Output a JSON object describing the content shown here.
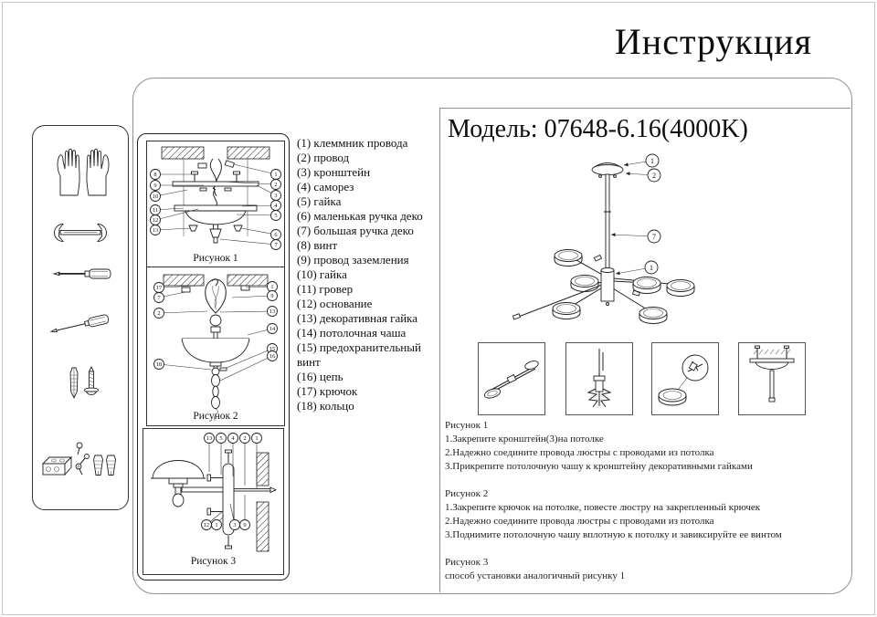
{
  "title": "Инструкция",
  "model": "Модель: 07648-6.16(4000K)",
  "sidebar": {
    "icons": [
      {
        "name": "gloves-icon"
      },
      {
        "name": "wrench-icon"
      },
      {
        "name": "flat-screwdriver-icon"
      },
      {
        "name": "angled-screwdriver-icon"
      },
      {
        "name": "wall-anchor-screw-icon"
      },
      {
        "name": "mounting-hardware-icon"
      }
    ]
  },
  "parts": [
    "(1) клеммник провода",
    "(2) провод",
    "(3) кронштейн",
    "(4) саморез",
    "(5) гайка",
    "(6) маленькая ручка деко",
    "(7) большая ручка деко",
    "(8) винт",
    "(9) провод заземления",
    "(10) гайка",
    "(11) гровер",
    "(12) основание",
    "(13) декоративная гайка",
    "(14) потолочная чаша",
    "(15) предохранительный винт",
    "(16) цепь",
    "(17) крючок",
    "(18) кольцо"
  ],
  "figures": [
    {
      "caption": "Рисунок 1",
      "left_callouts": [
        "8",
        "9",
        "10",
        "11",
        "12",
        "13"
      ],
      "right_callouts": [
        "1",
        "2",
        "3",
        "4",
        "5",
        "6",
        "7"
      ]
    },
    {
      "caption": "Рисунок 2",
      "left_callouts": [
        "17",
        "7",
        "2",
        "18"
      ],
      "right_callouts": [
        "1",
        "9",
        "13",
        "14",
        "15",
        "16"
      ]
    },
    {
      "caption": "Рисунок 3",
      "top_callouts": [
        "13",
        "5",
        "4",
        "2",
        "1"
      ],
      "bottom_callouts": [
        "12",
        "1",
        "3",
        "9"
      ]
    }
  ],
  "diagram_callouts": [
    "1",
    "2",
    "7",
    "1"
  ],
  "instructions": [
    {
      "heading": "Рисунок 1",
      "steps": [
        "1.Закрепите кронштейн(3)на потолке",
        "2.Надежно соедините провода люстры с проводами из потолка",
        "3.Прикрепите потолочную чашу к кронштейну декоративными гайками"
      ]
    },
    {
      "heading": "Рисунок 2",
      "steps": [
        "1.Закрепите крючок на потолке, повесте люстру на закрепленный крючек",
        "2.Надежно соедините провода люстры с проводами из потолка",
        "3.Поднимите потолочную чашу вплотную к потолку и завиксируйте ее винтом"
      ]
    },
    {
      "heading": "Рисунок 3",
      "steps": [
        "способ установки аналогичный рисунку 1"
      ]
    }
  ],
  "colors": {
    "line": "#222222",
    "border": "#8f8f8f",
    "text": "#111111"
  }
}
